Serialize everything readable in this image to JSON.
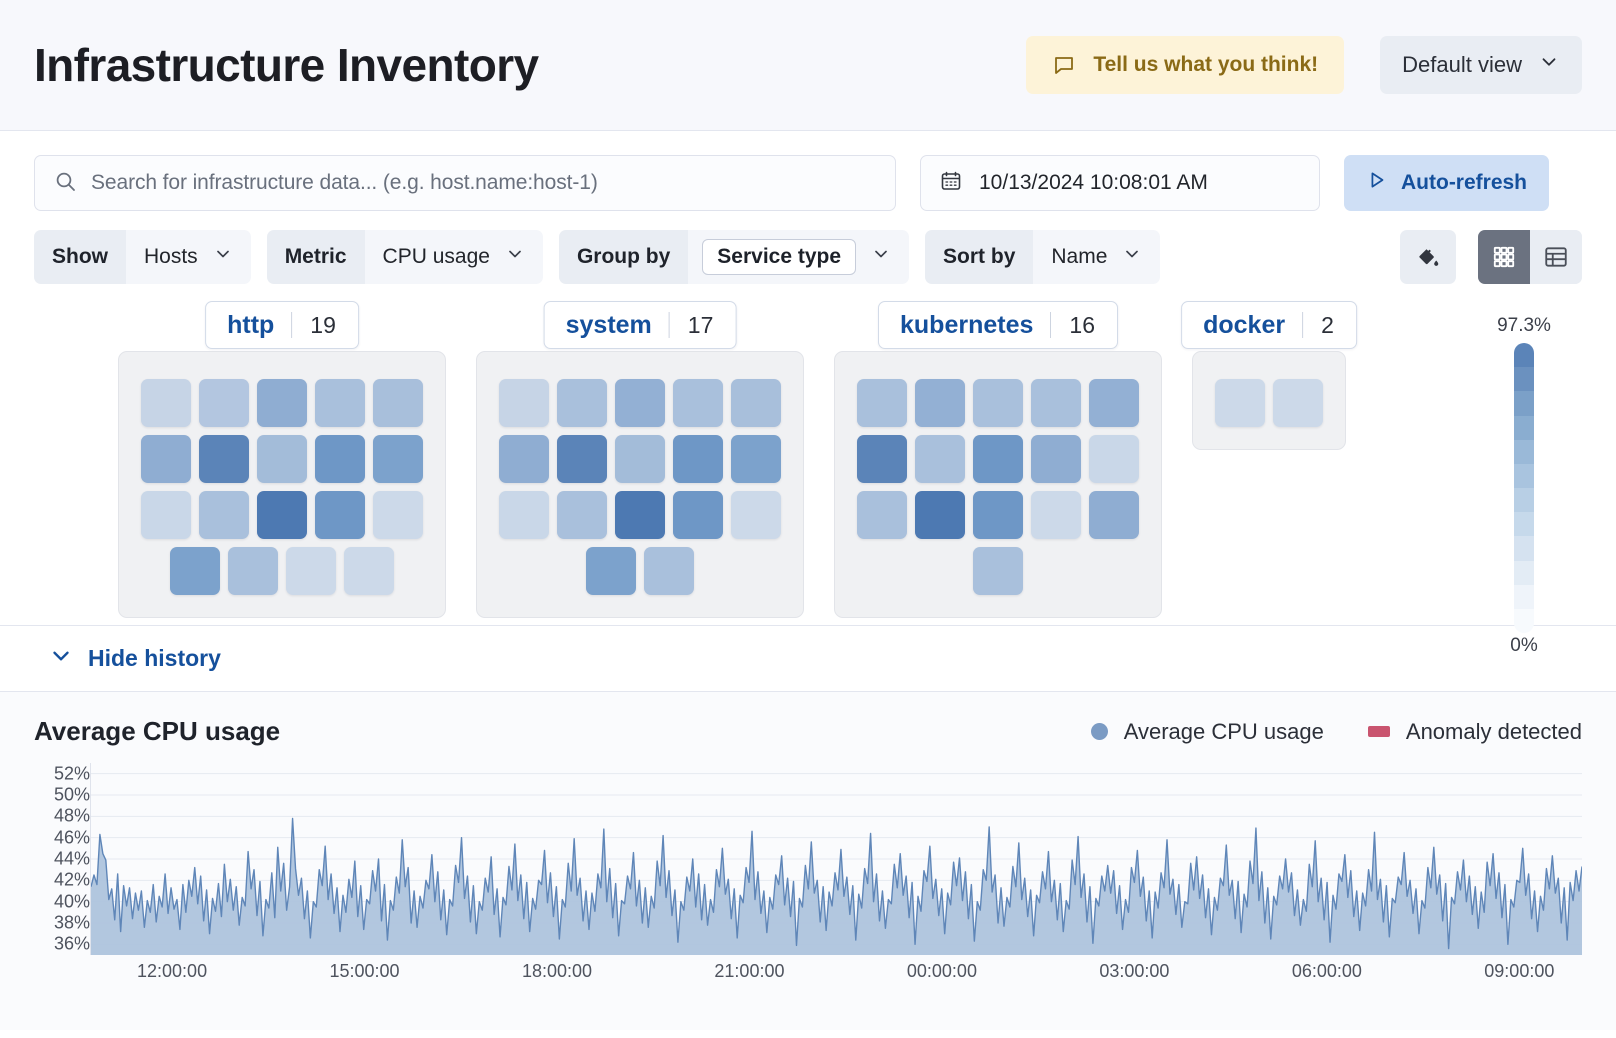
{
  "header": {
    "title": "Infrastructure Inventory",
    "feedback_label": "Tell us what you think!",
    "feedback_icon": "comment-icon",
    "view_label": "Default view",
    "view_icon": "chevron-down-icon",
    "feedback_bg": "#fdf3d8",
    "feedback_fg": "#8a6a16"
  },
  "search": {
    "placeholder": "Search for infrastructure data... (e.g. host.name:host-1)",
    "value": "",
    "icon": "search-icon"
  },
  "datepicker": {
    "value": "10/13/2024 10:08:01 AM",
    "icon": "calendar-icon"
  },
  "refresh": {
    "label": "Auto-refresh",
    "icon": "play-icon",
    "bg": "#cfdff5",
    "fg": "#15509c"
  },
  "filters": [
    {
      "label": "Show",
      "value": "Hosts",
      "pill": false,
      "icon": "chevron-down-icon"
    },
    {
      "label": "Metric",
      "value": "CPU usage",
      "pill": false,
      "icon": "chevron-down-icon"
    },
    {
      "label": "Group by",
      "value": "Service type",
      "pill": true,
      "icon": "chevron-down-icon"
    },
    {
      "label": "Sort by",
      "value": "Name",
      "pill": false,
      "icon": "chevron-down-icon"
    }
  ],
  "view_buttons": {
    "palette_icon": "paint-bucket-icon",
    "grid_icon": "grid-view-icon",
    "table_icon": "table-view-icon",
    "active": "grid"
  },
  "legend_scale": {
    "max_label": "97.3%",
    "min_label": "0%",
    "top_color": "#5b84b8",
    "bottom_color": "#f4f7fb"
  },
  "groups": [
    {
      "name": "http",
      "count": "19",
      "rows": [
        [
          "#c6d4e6",
          "#b3c6e0",
          "#8fadd2",
          "#a9c0dc",
          "#a8bfdb"
        ],
        [
          "#8fadd2",
          "#5b84b8",
          "#a3bcd9",
          "#6e97c6",
          "#7ca2cc"
        ],
        [
          "#c9d7e8",
          "#a9c0dc",
          "#4d79b2",
          "#6e97c6",
          "#ccd9e9"
        ],
        [
          "#7ca2cc",
          "#a9c0dc",
          "#ccd9e9",
          "#ccd9e9"
        ]
      ]
    },
    {
      "name": "system",
      "count": "17",
      "rows": [
        [
          "#c6d4e6",
          "#a9c0dc",
          "#93b0d4",
          "#a9c0dc",
          "#a8bfdb"
        ],
        [
          "#8fadd2",
          "#5b84b8",
          "#a3bcd9",
          "#6e97c6",
          "#7ca2cc"
        ],
        [
          "#c9d7e8",
          "#a9c0dc",
          "#4d79b2",
          "#6e97c6",
          "#ccd9e9"
        ],
        [
          "#7ca2cc",
          "#a9c0dc"
        ]
      ]
    },
    {
      "name": "kubernetes",
      "count": "16",
      "rows": [
        [
          "#a9c0dc",
          "#93b0d4",
          "#a9c0dc",
          "#a9c0dc",
          "#93b0d4"
        ],
        [
          "#5b84b8",
          "#a9c0dc",
          "#6e97c6",
          "#8fadd2",
          "#c9d7e8"
        ],
        [
          "#a9c0dc",
          "#4d79b2",
          "#6e97c6",
          "#ccd9e9",
          "#8fadd2"
        ],
        [
          "#a9c0dc"
        ]
      ]
    },
    {
      "name": "docker",
      "count": "2",
      "rows": [
        [
          "#ccd9e9",
          "#ccd9e9"
        ]
      ]
    }
  ],
  "history": {
    "toggle_label": "Hide history",
    "toggle_icon": "chevron-down-icon"
  },
  "chart_data": {
    "type": "area",
    "title": "Average CPU usage",
    "xlabel": "",
    "ylabel": "",
    "grid": true,
    "legend_position": "top-right",
    "legend": [
      {
        "name": "Average CPU usage",
        "marker": "circle",
        "color": "#7b9bc4"
      },
      {
        "name": "Anomaly detected",
        "marker": "square",
        "color": "#c9546f"
      }
    ],
    "ytick_labels": [
      "52%",
      "50%",
      "48%",
      "46%",
      "44%",
      "42%",
      "40%",
      "38%",
      "36%"
    ],
    "ylim": [
      35,
      53
    ],
    "xtick_labels": [
      "12:00:00",
      "15:00:00",
      "18:00:00",
      "21:00:00",
      "00:00:00",
      "03:00:00",
      "06:00:00",
      "09:00:00"
    ],
    "series": [
      {
        "name": "Average CPU usage",
        "color": "#5f86b8",
        "fill": "#aec4dd",
        "values": [
          41.4,
          42.5,
          41.6,
          46.3,
          44.5,
          43.9,
          40.2,
          41.2,
          38.3,
          42.6,
          37.2,
          41.5,
          39.6,
          41.3,
          38.4,
          40.8,
          39.2,
          41.0,
          37.6,
          40.1,
          39.0,
          41.6,
          38.1,
          40.5,
          39.5,
          42.6,
          38.9,
          41.3,
          39.3,
          40.2,
          37.4,
          41.6,
          39.0,
          42.0,
          40.5,
          43.2,
          39.8,
          42.4,
          38.2,
          41.1,
          37.0,
          40.3,
          39.1,
          41.7,
          38.6,
          43.5,
          40.0,
          42.1,
          39.2,
          41.4,
          37.8,
          40.4,
          39.6,
          44.7,
          41.2,
          43.0,
          38.7,
          41.9,
          36.8,
          40.2,
          39.4,
          42.7,
          38.5,
          45.1,
          41.0,
          43.6,
          39.2,
          41.4,
          47.8,
          43.1,
          40.6,
          42.2,
          38.4,
          41.0,
          36.6,
          40.0,
          39.5,
          43.0,
          41.5,
          45.2,
          40.2,
          42.6,
          38.9,
          41.3,
          37.2,
          40.6,
          39.0,
          42.1,
          40.4,
          43.8,
          38.6,
          41.5,
          37.4,
          40.2,
          39.8,
          42.9,
          41.0,
          44.0,
          38.2,
          41.6,
          36.4,
          40.1,
          39.2,
          42.3,
          40.8,
          45.8,
          41.4,
          43.2,
          38.0,
          41.0,
          37.6,
          40.5,
          39.4,
          42.0,
          41.2,
          44.4,
          40.0,
          42.8,
          38.3,
          41.1,
          36.9,
          40.2,
          39.6,
          43.4,
          41.8,
          46.0,
          40.3,
          42.4,
          38.1,
          41.5,
          37.0,
          40.0,
          39.2,
          42.2,
          40.9,
          44.2,
          38.8,
          41.2,
          36.7,
          40.4,
          39.7,
          43.3,
          41.1,
          45.4,
          40.1,
          42.5,
          38.4,
          41.8,
          37.2,
          40.3,
          39.3,
          42.0,
          41.6,
          44.8,
          39.9,
          42.7,
          38.6,
          41.4,
          36.5,
          40.2,
          39.5,
          43.6,
          41.0,
          45.9,
          40.6,
          42.2,
          38.2,
          41.0,
          37.4,
          40.8,
          39.1,
          42.6,
          41.3,
          46.8,
          40.0,
          43.1,
          38.5,
          41.7,
          36.8,
          40.1,
          39.8,
          42.4,
          41.2,
          44.6,
          39.6,
          42.0,
          38.0,
          41.3,
          37.6,
          40.5,
          39.4,
          43.8,
          41.5,
          46.2,
          40.4,
          42.9,
          38.7,
          41.1,
          36.2,
          40.0,
          39.2,
          42.3,
          41.0,
          44.0,
          39.5,
          42.6,
          38.3,
          41.6,
          37.8,
          40.2,
          39.0,
          43.0,
          41.4,
          45.0,
          40.7,
          42.1,
          38.4,
          41.2,
          36.6,
          40.6,
          39.9,
          43.2,
          41.8,
          46.6,
          40.2,
          42.8,
          38.9,
          41.0,
          37.1,
          40.4,
          39.3,
          42.5,
          41.6,
          44.3,
          39.7,
          42.2,
          38.6,
          41.9,
          35.9,
          40.3,
          39.5,
          43.4,
          41.2,
          45.6,
          40.8,
          42.0,
          38.1,
          41.4,
          37.3,
          40.9,
          39.6,
          42.7,
          41.1,
          44.9,
          40.5,
          42.3,
          38.8,
          41.5,
          36.4,
          40.7,
          39.4,
          43.1,
          41.7,
          46.4,
          40.0,
          42.6,
          38.2,
          41.0,
          37.5,
          40.2,
          39.8,
          43.5,
          41.3,
          44.5,
          40.6,
          42.4,
          38.5,
          41.8,
          36.0,
          40.5,
          39.1,
          42.9,
          41.9,
          45.2,
          40.3,
          42.1,
          38.7,
          41.2,
          37.0,
          40.8,
          39.7,
          43.7,
          41.5,
          44.1,
          40.1,
          42.8,
          38.4,
          41.6,
          36.3,
          40.0,
          39.2,
          43.0,
          42.0,
          47.0,
          40.9,
          42.5,
          38.0,
          41.3,
          37.7,
          40.4,
          39.5,
          43.3,
          41.4,
          45.5,
          40.2,
          42.2,
          38.6,
          41.1,
          36.8,
          40.6,
          39.9,
          42.8,
          41.2,
          44.7,
          40.0,
          42.0,
          38.3,
          41.7,
          37.2,
          40.1,
          39.3,
          43.9,
          41.6,
          46.1,
          40.4,
          42.6,
          38.1,
          41.4,
          36.1,
          40.3,
          39.6,
          42.4,
          41.0,
          43.4,
          40.8,
          42.9,
          38.9,
          41.5,
          37.4,
          40.2,
          39.0,
          43.2,
          41.8,
          44.8,
          40.5,
          42.3,
          38.2,
          41.0,
          36.6,
          40.9,
          39.4,
          42.7,
          41.3,
          45.8,
          40.7,
          42.1,
          38.8,
          41.6,
          37.6,
          40.0,
          39.8,
          43.6,
          41.1,
          44.2,
          40.3,
          42.5,
          38.5,
          41.2,
          36.9,
          40.4,
          39.2,
          42.2,
          41.5,
          45.3,
          40.6,
          42.0,
          38.4,
          41.9,
          37.1,
          40.7,
          39.5,
          43.8,
          41.7,
          46.9,
          40.1,
          42.8,
          38.0,
          41.3,
          36.5,
          40.5,
          39.7,
          42.4,
          41.2,
          44.0,
          40.9,
          42.7,
          38.7,
          41.1,
          37.8,
          40.2,
          39.1,
          43.5,
          41.4,
          45.7,
          40.0,
          42.2,
          38.3,
          41.8,
          36.2,
          40.6,
          39.3,
          42.6,
          41.9,
          44.4,
          40.4,
          42.9,
          38.6,
          41.0,
          37.3,
          40.8,
          39.6,
          43.0,
          41.0,
          46.5,
          40.2,
          42.1,
          38.1,
          41.5,
          36.7,
          40.3,
          39.9,
          42.3,
          41.6,
          44.6,
          40.5,
          42.0,
          38.9,
          41.2,
          37.0,
          40.1,
          39.4,
          43.2,
          41.3,
          45.1,
          40.7,
          42.5,
          38.2,
          41.7,
          35.6,
          40.4,
          39.8,
          42.8,
          41.1,
          43.9,
          40.0,
          42.4,
          38.8,
          41.4,
          37.5,
          40.9,
          39.0,
          43.7,
          41.5,
          44.5,
          40.3,
          42.7,
          38.5,
          41.6,
          36.0,
          40.2,
          39.5,
          42.0,
          41.8,
          45.0,
          40.6,
          42.6,
          38.4,
          41.0,
          37.2,
          40.5,
          39.2,
          43.1,
          41.2,
          44.3,
          40.8,
          42.2,
          38.0,
          41.3,
          36.4,
          41.8,
          40.1,
          42.9,
          41.0,
          43.3
        ]
      }
    ]
  }
}
